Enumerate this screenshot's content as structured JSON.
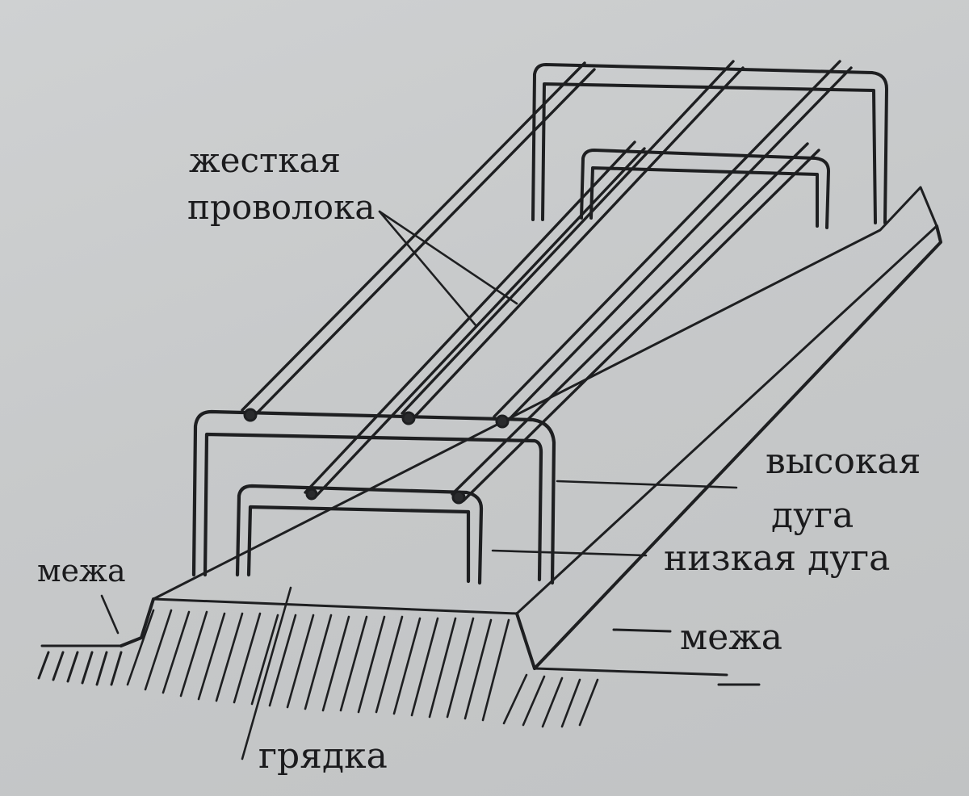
{
  "labels": {
    "stiff_wire_line1": "жесткая",
    "stiff_wire_line2": "проволока",
    "high_arc_line1": "высокая",
    "high_arc_line2": "дуга",
    "low_arc": "низкая дуга",
    "boundary_left": "межа",
    "boundary_right": "межа",
    "garden_bed": "грядка"
  },
  "colors": {
    "ink": "#1b1b1d",
    "paper": "#c9cbcc"
  }
}
